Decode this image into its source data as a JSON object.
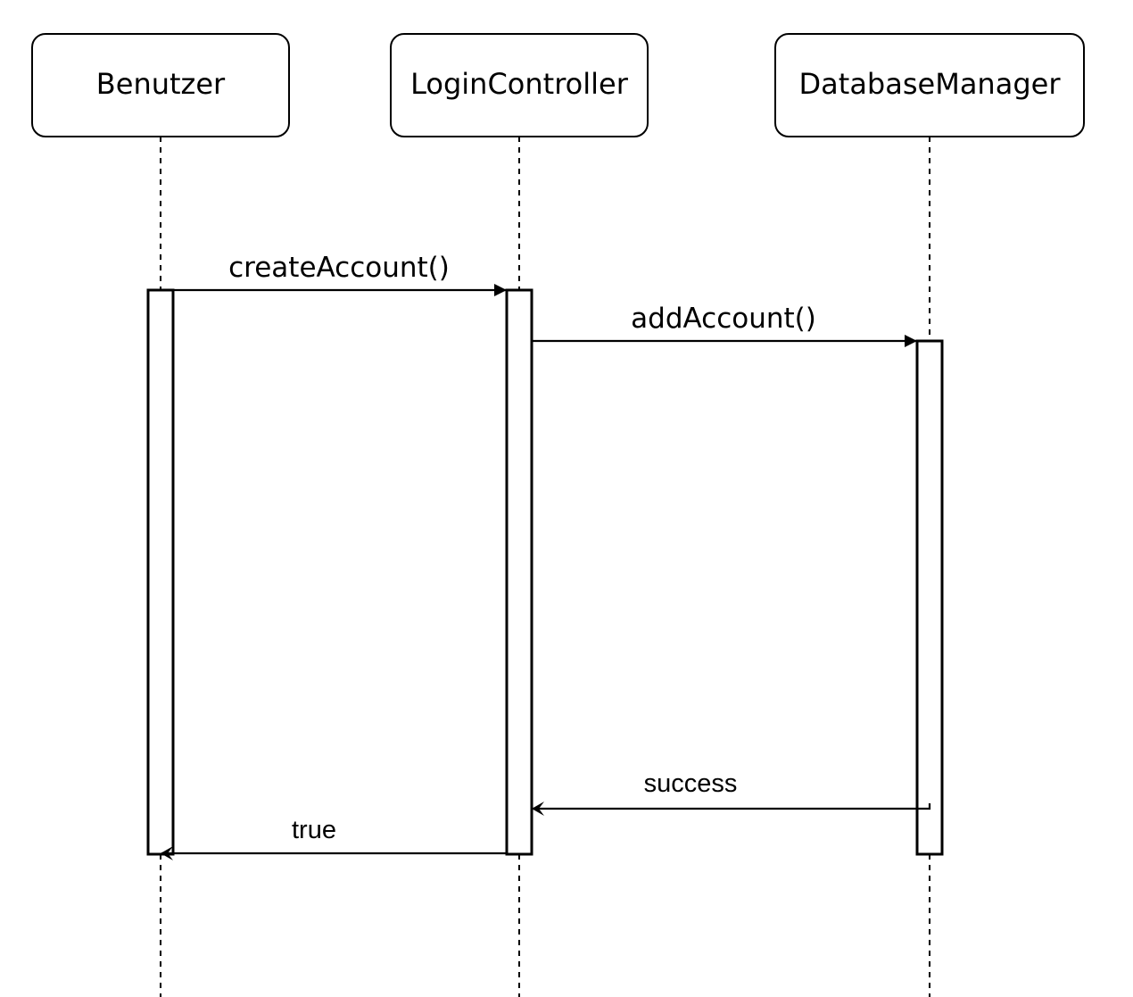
{
  "participants": [
    {
      "id": "benutzer",
      "label": "Benutzer"
    },
    {
      "id": "login-controller",
      "label": "LoginController"
    },
    {
      "id": "database-manager",
      "label": "DatabaseManager"
    }
  ],
  "messages": [
    {
      "id": "create-account",
      "label": "createAccount()",
      "from": "Benutzer",
      "to": "LoginController",
      "kind": "synchronous call"
    },
    {
      "id": "add-account",
      "label": "addAccount()",
      "from": "LoginController",
      "to": "DatabaseManager",
      "kind": "synchronous call"
    },
    {
      "id": "success",
      "label": "success",
      "from": "DatabaseManager",
      "to": "LoginController",
      "kind": "return"
    },
    {
      "id": "true",
      "label": "true",
      "from": "LoginController",
      "to": "Benutzer",
      "kind": "return"
    }
  ],
  "colors": {
    "stroke": "#000000",
    "background": "#ffffff"
  }
}
